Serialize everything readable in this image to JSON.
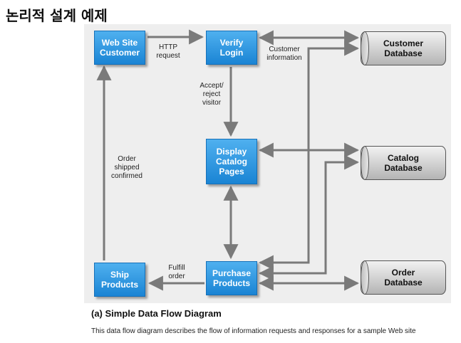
{
  "page": {
    "title": "논리적 설계 예제"
  },
  "diagram": {
    "processes": {
      "web_site_customer": "Web Site\nCustomer",
      "verify_login": "Verify\nLogin",
      "display_catalog_pages": "Display\nCatalog\nPages",
      "ship_products": "Ship\nProducts",
      "purchase_products": "Purchase\nProducts"
    },
    "data_stores": {
      "customer_database": "Customer\nDatabase",
      "catalog_database": "Catalog\nDatabase",
      "order_database": "Order\nDatabase"
    },
    "flow_labels": {
      "http_request": "HTTP\nrequest",
      "customer_information": "Customer\ninformation",
      "accept_reject_visitor": "Accept/\nreject\nvisitor",
      "order_shipped_confirmed": "Order\nshipped\nconfirmed",
      "fulfill_order": "Fulfill\norder"
    },
    "caption": "(a) Simple Data Flow Diagram",
    "description": "This data flow diagram describes the flow of information requests and responses for a sample Web site",
    "colors": {
      "process_blue": "#2a93e0",
      "arrow_gray": "#7a7a7a",
      "store_gray": "#c8c8c8"
    }
  }
}
